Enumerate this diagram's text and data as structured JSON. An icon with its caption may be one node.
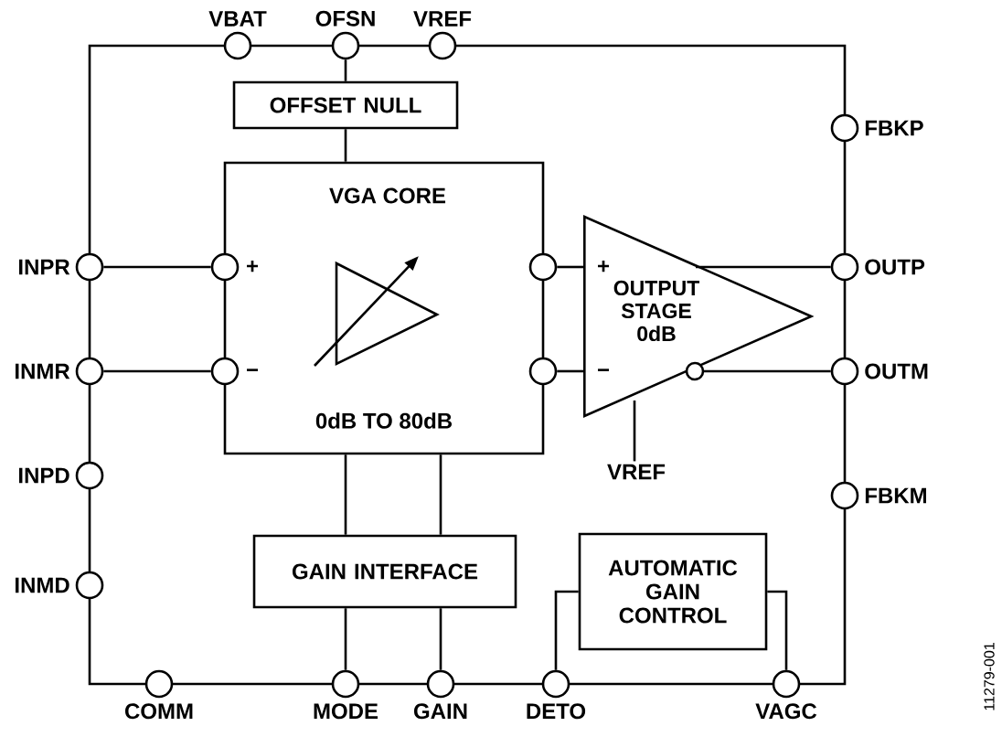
{
  "diagram": {
    "nodes": [
      {
        "text": [],
        "shape": "circle",
        "beside": [
          "VBAT"
        ]
      },
      {
        "text": [],
        "shape": "circle",
        "beside": [
          "OFSN"
        ]
      },
      {
        "text": [],
        "shape": "circle",
        "beside": [
          "VREF"
        ]
      },
      {
        "text": [
          "OFFSET NULL"
        ]
      },
      {
        "text": [
          "VGA CORE",
          "0dB TO 80dB"
        ]
      },
      {
        "text": [],
        "shape": "circle",
        "beside": [
          "FBKP"
        ]
      },
      {
        "text": [],
        "shape": "circle",
        "beside": [
          "INPR"
        ]
      },
      {
        "text": [],
        "shape": "circle"
      },
      {
        "text": [],
        "shape": "circle"
      },
      {
        "text": [
          "OUTPUT STAGE 0dB"
        ]
      },
      {
        "text": [],
        "shape": "circle",
        "beside": [
          "OUTP"
        ]
      },
      {
        "text": [],
        "shape": "circle",
        "beside": [
          "INMR"
        ]
      },
      {
        "text": [],
        "shape": "circle"
      },
      {
        "text": [],
        "shape": "circle"
      },
      {
        "text": [],
        "shape": "circle",
        "beside": [
          "OUTM"
        ]
      },
      {
        "text": [],
        "shape": "circle",
        "beside": [
          "INPD"
        ]
      },
      {
        "text": [],
        "shape": "circle",
        "beside": [
          "FBKM"
        ]
      },
      {
        "text": [
          "VREF"
        ]
      },
      {
        "text": [
          "GAIN INTERFACE"
        ]
      },
      {
        "text": [
          "AUTOMATIC GAIN CONTROL"
        ]
      },
      {
        "text": [],
        "shape": "circle",
        "beside": [
          "INMD"
        ]
      },
      {
        "text": [],
        "shape": "circle",
        "beside": [
          "COMM"
        ]
      },
      {
        "text": [],
        "shape": "circle",
        "beside": [
          "MODE"
        ]
      },
      {
        "text": [],
        "shape": "circle",
        "beside": [
          "GAIN"
        ]
      },
      {
        "text": [],
        "shape": "circle",
        "beside": [
          "DETO"
        ]
      },
      {
        "text": [],
        "shape": "circle",
        "beside": [
          "VAGC"
        ]
      }
    ],
    "edges": [
      {
        "from": 1,
        "to": 3,
        "arrow": "none"
      },
      {
        "from": 3,
        "to": 4,
        "arrow": "none"
      },
      {
        "from": 6,
        "to": 7,
        "arrow": "none"
      },
      {
        "from": 11,
        "to": 12,
        "arrow": "none"
      },
      {
        "from": 8,
        "to": 9,
        "arrow": "none"
      },
      {
        "from": 13,
        "to": 9,
        "arrow": "none"
      },
      {
        "from": 9,
        "to": 10,
        "arrow": "none"
      },
      {
        "from": 9,
        "to": 14,
        "arrow": "none"
      },
      {
        "from": 9,
        "to": 17,
        "arrow": "none"
      },
      {
        "from": 4,
        "to": 18,
        "arrow": "none"
      },
      {
        "from": 4,
        "to": 18,
        "arrow": "none"
      },
      {
        "from": 18,
        "to": 22,
        "arrow": "none"
      },
      {
        "from": 18,
        "to": 23,
        "arrow": "none"
      },
      {
        "from": 19,
        "to": 24,
        "arrow": "none"
      },
      {
        "from": 19,
        "to": 25,
        "arrow": "none"
      }
    ],
    "labels": [
      "+",
      "−",
      "+",
      "−",
      "11279-001"
    ]
  }
}
